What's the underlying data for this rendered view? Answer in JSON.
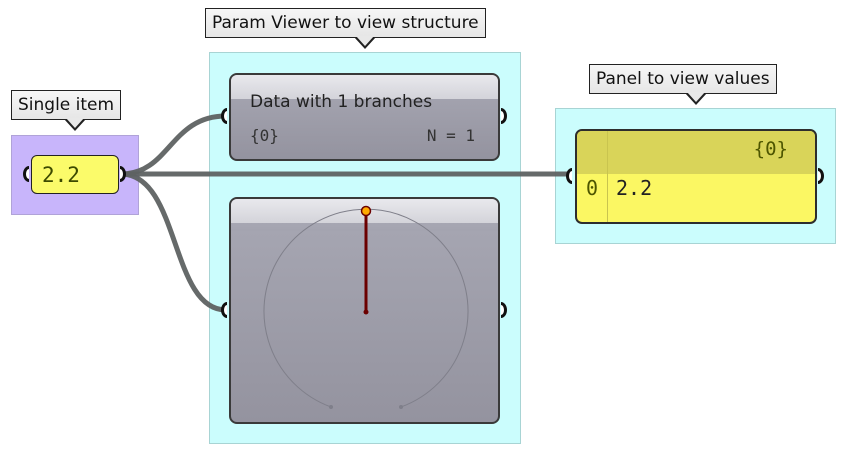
{
  "canvas": {
    "groups": [
      {
        "id": "single-item-group",
        "label": "Single item",
        "color": "#c8b5fb"
      },
      {
        "id": "param-viewer-group",
        "label": "Param Viewer to view structure",
        "color": "#cbfdfd"
      },
      {
        "id": "panel-group",
        "label": "Panel to view values",
        "color": "#cbfdfd"
      }
    ],
    "number_param": {
      "value": "2.2"
    },
    "param_viewer": {
      "title": "Data with 1 branches",
      "path": "{0}",
      "count_label": "N = 1"
    },
    "param_viewer_graph": {
      "needle_color": "#6b0000",
      "knob_color": "#ffaa00"
    },
    "panel": {
      "branch_header": "{0}",
      "rows": [
        {
          "index": "0",
          "value": "2.2"
        }
      ]
    },
    "wires": {
      "color": "#5e6262"
    }
  }
}
